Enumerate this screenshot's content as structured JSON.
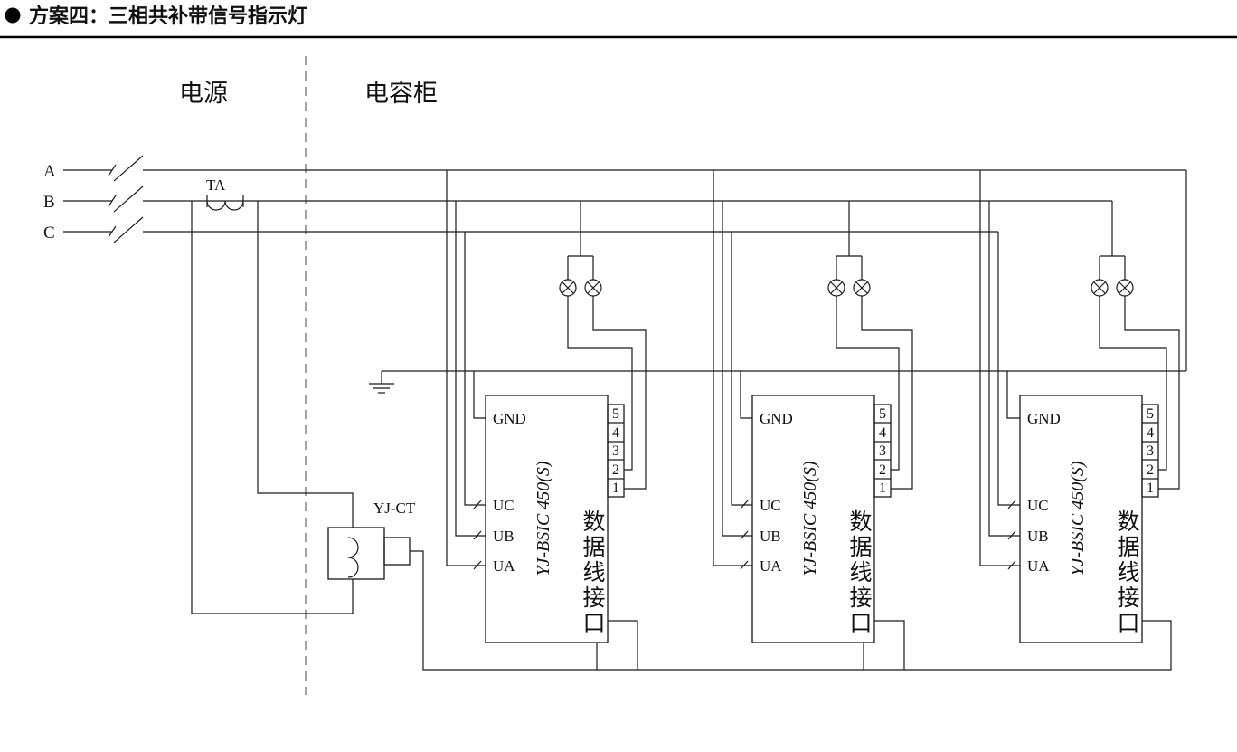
{
  "title": {
    "text": "方案四：三相共补带信号指示灯"
  },
  "regions": {
    "power_label": "电源",
    "cabinet_label": "电容柜"
  },
  "phases": {
    "a": "A",
    "b": "B",
    "c": "C"
  },
  "transformers": {
    "line_ct_label": "TA",
    "sensor_ct_label": "YJ-CT"
  },
  "modules": [
    {
      "model": "YJ-BSIC 450(S)",
      "terminals": {
        "gnd": "GND",
        "uc": "UC",
        "ub": "UB",
        "ua": "UA"
      },
      "pins": [
        "5",
        "4",
        "3",
        "2",
        "1"
      ],
      "data_port": "数据线接口"
    },
    {
      "model": "YJ-BSIC 450(S)",
      "terminals": {
        "gnd": "GND",
        "uc": "UC",
        "ub": "UB",
        "ua": "UA"
      },
      "pins": [
        "5",
        "4",
        "3",
        "2",
        "1"
      ],
      "data_port": "数据线接口"
    },
    {
      "model": "YJ-BSIC 450(S)",
      "terminals": {
        "gnd": "GND",
        "uc": "UC",
        "ub": "UB",
        "ua": "UA"
      },
      "pins": [
        "5",
        "4",
        "3",
        "2",
        "1"
      ],
      "data_port": "数据线接口"
    }
  ]
}
